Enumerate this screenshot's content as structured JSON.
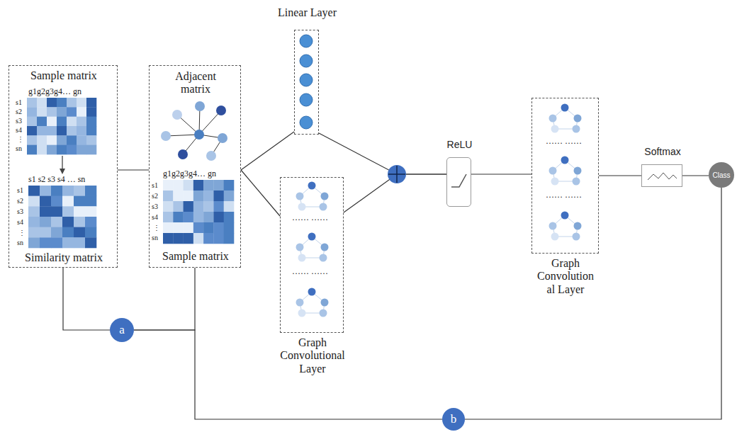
{
  "diagram": {
    "nodes": [
      {
        "text": [
          "Sample matrix",
          "Similarity matrix"
        ]
      },
      {
        "text": [
          "Adjacent matrix",
          "Sample matrix"
        ]
      },
      {
        "text": [
          "Linear Layer"
        ]
      },
      {
        "text": [
          "Graph Convolutional Layer"
        ]
      },
      {
        "text": [
          "ReLU"
        ]
      },
      {
        "text": [
          "Graph Convolution al Layer"
        ]
      },
      {
        "text": [
          "Softmax"
        ]
      },
      {
        "text": [
          "Class"
        ]
      },
      {
        "text": [
          "a"
        ]
      },
      {
        "text": [
          "b"
        ]
      }
    ],
    "edges": [
      {
        "from": 0,
        "to": 1,
        "arrow": "none"
      },
      {
        "from": 1,
        "to": 2,
        "arrow": "none"
      },
      {
        "from": 1,
        "to": 3,
        "arrow": "none"
      },
      {
        "from": 2,
        "to": 4,
        "arrow": "none"
      },
      {
        "from": 3,
        "to": 4,
        "arrow": "none"
      },
      {
        "from": 4,
        "to": 5,
        "arrow": "none"
      },
      {
        "from": 5,
        "to": 6,
        "arrow": "none"
      },
      {
        "from": 6,
        "to": 7,
        "arrow": "none"
      },
      {
        "from": 0,
        "to": 8,
        "arrow": "none"
      },
      {
        "from": 8,
        "to": 1,
        "arrow": "none"
      },
      {
        "from": 8,
        "to": 9,
        "arrow": "none"
      },
      {
        "from": 9,
        "to": 7,
        "arrow": "none"
      }
    ],
    "labels": [
      "g1g2g3g4… gn",
      "s1",
      "s2",
      "s3",
      "s4",
      "⋮",
      "sn",
      "s1 s2 s3 s4 … sn",
      "s1",
      "s2",
      "s3",
      "s4",
      "⋮",
      "sn",
      "g1g2g3g4… gn",
      "s1",
      "s2",
      "s3",
      "s4",
      "⋮",
      "sn",
      "…… ……",
      "…… ……",
      "…… ……",
      "…… ……"
    ]
  }
}
